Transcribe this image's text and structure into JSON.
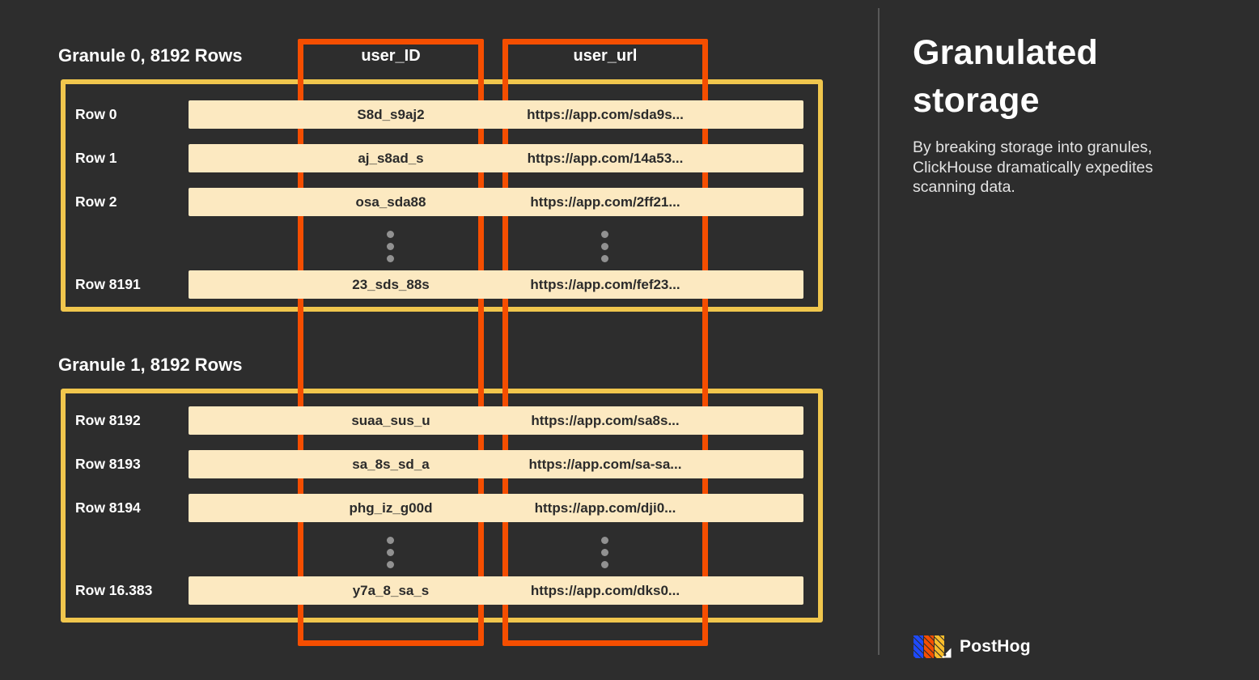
{
  "colors": {
    "background": "#2d2d2d",
    "granule_border_yellow": "#F0C64D",
    "column_border_orange": "#F54E00",
    "row_fill_cream": "#FCE9C1",
    "logo_blue": "#1D4AFF",
    "logo_orange": "#F54E00",
    "logo_yellow": "#F9BD2B"
  },
  "columns": [
    {
      "header": "user_ID"
    },
    {
      "header": "user_url"
    }
  ],
  "granules": [
    {
      "label": "Granule 0, 8192 Rows",
      "rows": [
        {
          "label": "Row 0",
          "user_id": "S8d_s9aj2",
          "user_url": "https://app.com/sda9s..."
        },
        {
          "label": "Row 1",
          "user_id": "aj_s8ad_s",
          "user_url": "https://app.com/14a53..."
        },
        {
          "label": "Row 2",
          "user_id": "osa_sda88",
          "user_url": "https://app.com/2ff21..."
        },
        {
          "label": "Row 8191",
          "user_id": "23_sds_88s",
          "user_url": "https://app.com/fef23..."
        }
      ]
    },
    {
      "label": "Granule 1, 8192 Rows",
      "rows": [
        {
          "label": "Row 8192",
          "user_id": "suaa_sus_u",
          "user_url": "https://app.com/sa8s..."
        },
        {
          "label": "Row 8193",
          "user_id": "sa_8s_sd_a",
          "user_url": "https://app.com/sa-sa..."
        },
        {
          "label": "Row 8194",
          "user_id": "phg_iz_g00d",
          "user_url": "https://app.com/dji0..."
        },
        {
          "label": "Row 16.383",
          "user_id": "y7a_8_sa_s",
          "user_url": "https://app.com/dks0..."
        }
      ]
    }
  ],
  "sidebar": {
    "title_line1": "Granulated",
    "title_line2": "storage",
    "description": "By breaking storage into granules, ClickHouse dramatically expedites scanning data.",
    "brand": "PostHog"
  }
}
